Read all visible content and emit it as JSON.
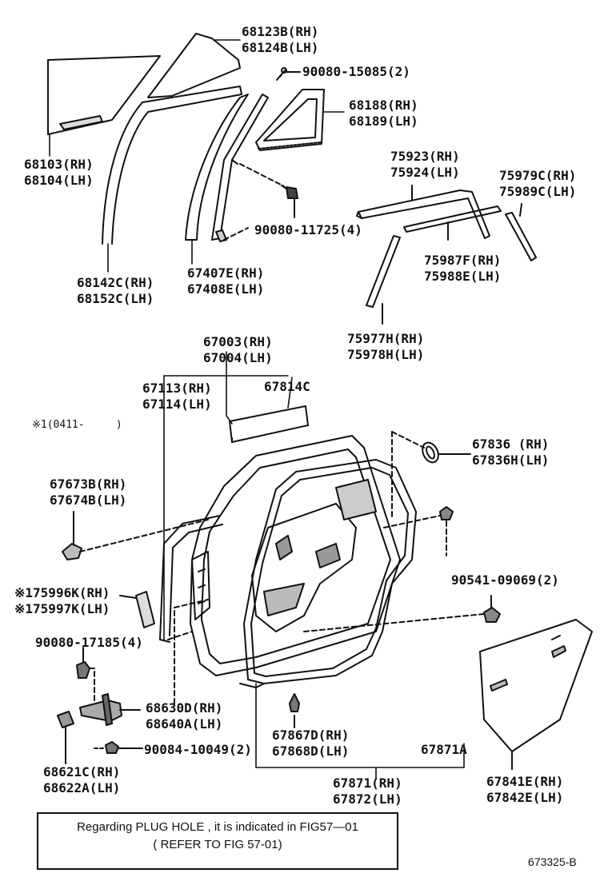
{
  "labels": {
    "l68123": "68123B(RH)",
    "l68124": "68124B(LH)",
    "l90080_15085": "90080-15085(2)",
    "l68188": "68188(RH)",
    "l68189": "68189(LH)",
    "l68103": "68103(RH)",
    "l68104": "68104(LH)",
    "l75923": "75923(RH)",
    "l75924": "75924(LH)",
    "l75979": "75979C(RH)",
    "l75989": "75989C(LH)",
    "l90080_11725": "90080-11725(4)",
    "l68142": "68142C(RH)",
    "l68152": "68152C(LH)",
    "l67407": "67407E(RH)",
    "l67408": "67408E(LH)",
    "l75987": "75987F(RH)",
    "l75988": "75988E(LH)",
    "l75977": "75977H(RH)",
    "l75978": "75978H(LH)",
    "l67003": "67003(RH)",
    "l67004": "67004(LH)",
    "l67113": "67113(RH)",
    "l67114": "67114(LH)",
    "l67814": "67814C",
    "l_note1": "※1(0411-     )",
    "l67836": "67836 (RH)",
    "l67836h": "67836H(LH)",
    "l67673": "67673B(RH)",
    "l67674": "67674B(LH)",
    "l90541": "90541-09069(2)",
    "l75996": "※175996K(RH)",
    "l75997": "※175997K(LH)",
    "l90080_17185": "90080-17185(4)",
    "l68630": "68630D(RH)",
    "l68640": "68640A(LH)",
    "l67867": "67867D(RH)",
    "l67868": "67868D(LH)",
    "l67871a": "67871A",
    "l90084": "90084-10049(2)",
    "l68621": "68621C(RH)",
    "l68622": "68622A(LH)",
    "l67871": "67871(RH)",
    "l67872": "67872(LH)",
    "l67841": "67841E(RH)",
    "l67842": "67842E(LH)"
  },
  "note": {
    "line1": "Regarding PLUG HOLE , it is indicated in FIG57—01",
    "line2": "( REFER TO FIG 57-01)"
  },
  "figure_id": "673325-B"
}
